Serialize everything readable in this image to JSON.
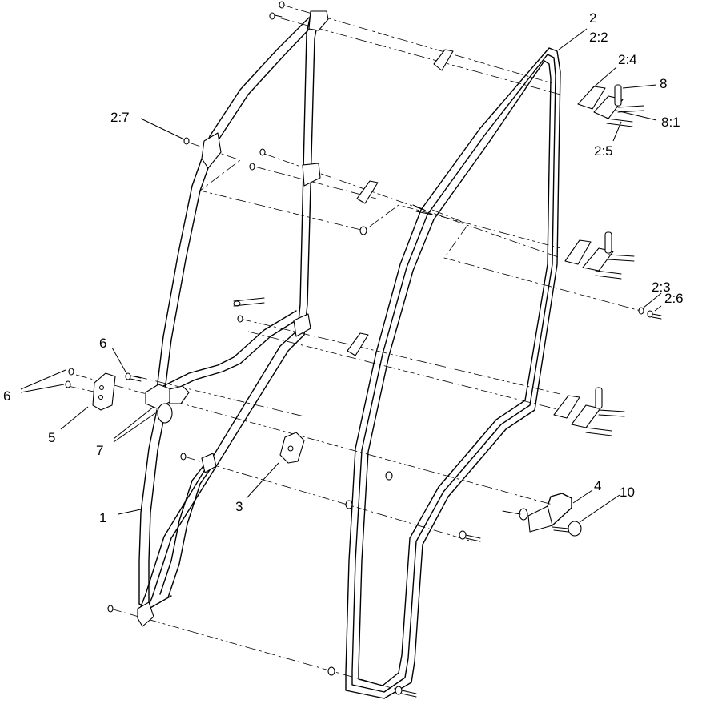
{
  "callouts": {
    "c1": "1",
    "c2": "2",
    "c2_2": "2:2",
    "c2_3": "2:3",
    "c2_4": "2:4",
    "c2_5": "2:5",
    "c2_6": "2:6",
    "c2_7": "2:7",
    "c3": "3",
    "c4": "4",
    "c5": "5",
    "c6a": "6",
    "c6b": "6",
    "c7": "7",
    "c8": "8",
    "c8_1": "8:1",
    "c10": "10"
  }
}
